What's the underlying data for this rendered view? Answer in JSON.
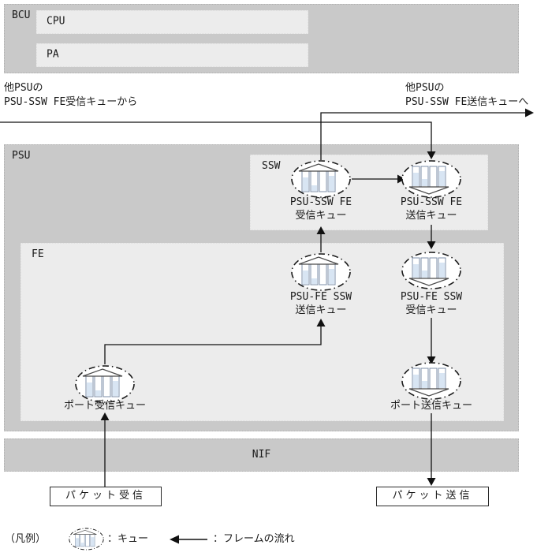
{
  "diagram": {
    "bcu": {
      "label": "BCU"
    },
    "cpu": {
      "label": "CPU"
    },
    "pa": {
      "label": "PA"
    },
    "psu": {
      "label": "PSU"
    },
    "ssw": {
      "label": "SSW"
    },
    "fe": {
      "label": "FE"
    },
    "nif": {
      "label": "NIF"
    },
    "external_in": {
      "line1": "他PSUの",
      "line2": "PSU-SSW FE受信キューから"
    },
    "external_out": {
      "line1": "他PSUの",
      "line2": "PSU-SSW FE送信キューへ"
    },
    "queues": {
      "psu_ssw_fe_rx": {
        "line1": "PSU-SSW FE",
        "line2": "受信キュー"
      },
      "psu_ssw_fe_tx": {
        "line1": "PSU-SSW FE",
        "line2": "送信キュー"
      },
      "psu_fe_ssw_tx": {
        "line1": "PSU-FE SSW",
        "line2": "送信キュー"
      },
      "psu_fe_ssw_rx": {
        "line1": "PSU-FE SSW",
        "line2": "受信キュー"
      },
      "port_rx": {
        "label": "ポート受信キュー"
      },
      "port_tx": {
        "label": "ポート送信キュー"
      }
    },
    "packet_rx": {
      "label": "パケット受信"
    },
    "packet_tx": {
      "label": "パケット送信"
    },
    "legend": {
      "title": "（凡例）",
      "queue_label": "：キュー",
      "flow_label": "：フレームの流れ"
    },
    "colors": {
      "box_gray": "#c9c9c9",
      "box_light": "#ececec",
      "queue_fill": "#d8e5f3",
      "line": "#111111"
    }
  }
}
